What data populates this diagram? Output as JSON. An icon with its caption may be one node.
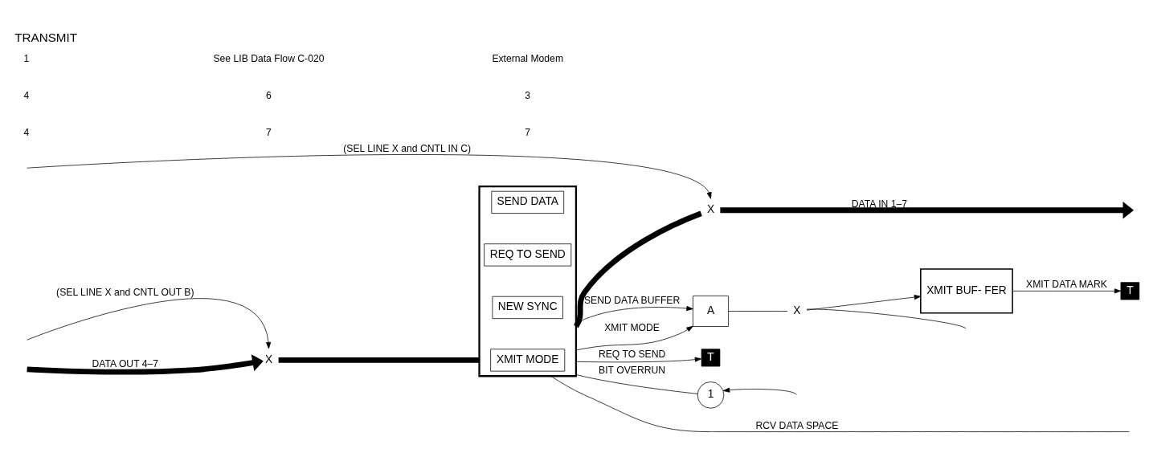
{
  "diagram": {
    "title": "TRANSMIT",
    "nodes": [
      {
        "text": [],
        "shape": "box"
      },
      {
        "text": [
          "XMIT MODE"
        ],
        "in": 0
      },
      {
        "text": [
          "NEW SYNC"
        ],
        "in": 0
      },
      {
        "text": [
          "REQ TO SEND"
        ],
        "in": 0
      },
      {
        "text": [
          "SEND DATA"
        ],
        "in": 0
      },
      {
        "text": [
          "A"
        ]
      },
      {
        "text": [
          "XMIT BUF- FER"
        ]
      },
      {
        "text": [
          "T"
        ]
      },
      {
        "text": [
          "T"
        ]
      },
      {
        "text": [
          "1"
        ]
      },
      {
        "text": [
          "X"
        ]
      },
      {
        "text": [
          "X"
        ]
      },
      {
        "text": [
          "X"
        ]
      }
    ],
    "edges": [
      {
        "from": null,
        "to": 10,
        "arrow": "to",
        "label": "(SEL LINE X and CNTL OUT B)"
      },
      {
        "from": null,
        "to": 10,
        "arrow": "to",
        "label": "DATA OUT 4–7",
        "style": "thick"
      },
      {
        "from": 10,
        "to": 0,
        "arrow": "none",
        "style": "thick"
      },
      {
        "from": 0,
        "to": 5,
        "arrow": "to",
        "label": "SEND DATA BUFFER"
      },
      {
        "from": 0,
        "to": 5,
        "arrow": "to",
        "label": "XMIT MODE"
      },
      {
        "from": 0,
        "to": 8,
        "arrow": "to",
        "label": "REQ TO SEND"
      },
      {
        "from": 0,
        "to": 11,
        "arrow": "none",
        "style": "thick"
      },
      {
        "from": null,
        "to": 11,
        "arrow": "to",
        "label": "(SEL LINE X and CNTL IN C)"
      },
      {
        "from": 11,
        "to": null,
        "arrow": "to",
        "label": "DATA IN 1–7",
        "style": "thick"
      },
      {
        "from": 0,
        "to": null,
        "arrow": "none",
        "label": "RCV DATA SPACE"
      },
      {
        "from": 0,
        "to": 9,
        "arrow": "none",
        "label": "BIT OVERRUN"
      },
      {
        "from": null,
        "to": 9,
        "arrow": "to"
      },
      {
        "from": 5,
        "to": 12,
        "arrow": "none"
      },
      {
        "from": null,
        "to": 12,
        "arrow": "none"
      },
      {
        "from": 12,
        "to": 6,
        "arrow": "to"
      },
      {
        "from": 6,
        "to": 7,
        "arrow": "to",
        "label": "XMIT DATA MARK"
      }
    ],
    "labels": [
      "4",
      "7",
      "7",
      "4",
      "6",
      "3",
      "1",
      "See LIB Data Flow C-020",
      "External Modem"
    ]
  }
}
